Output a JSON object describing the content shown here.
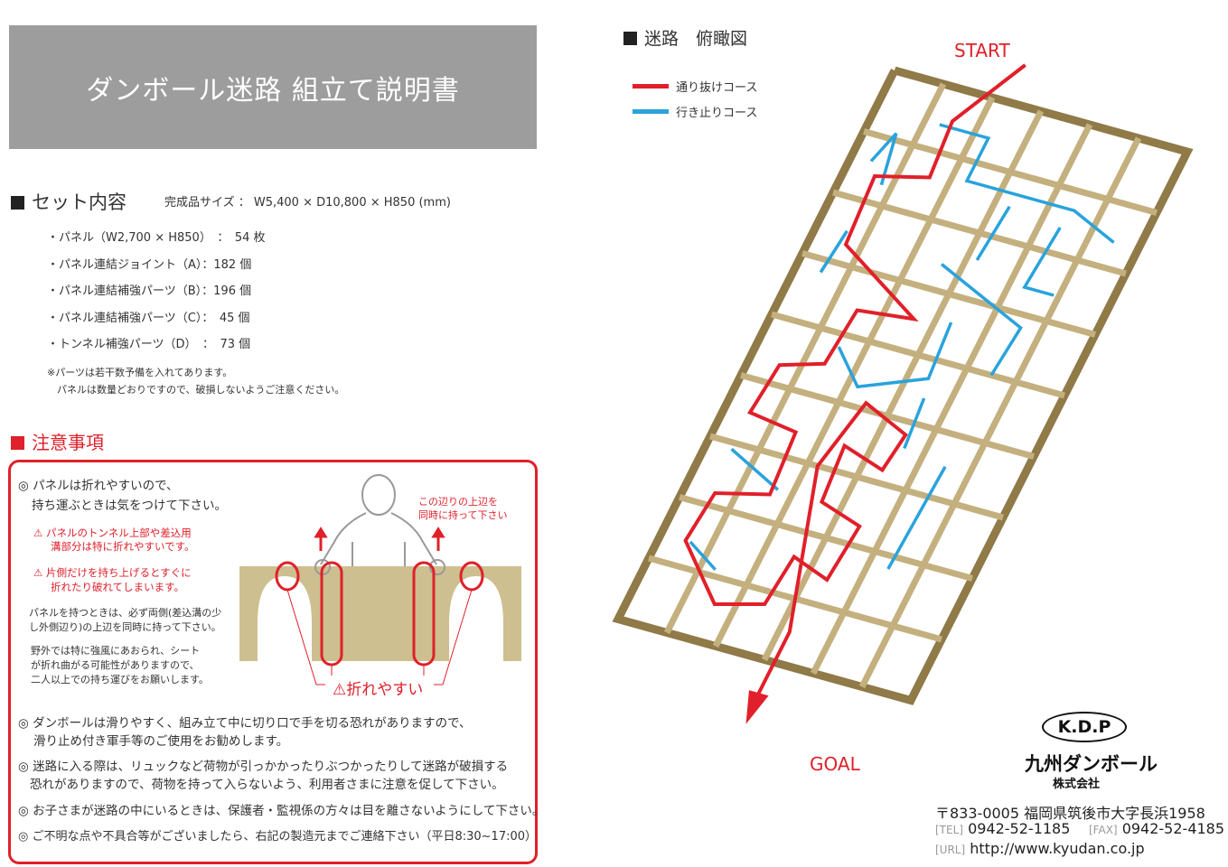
{
  "title": "ダンボール迷路 組立て説明書",
  "set": {
    "heading": "セット内容",
    "size_label": "完成品サイズ ： W5,400 × D10,800 × H850 (mm)",
    "items": [
      {
        "label": "・パネル（W2,700 × H850）　：　54 枚"
      },
      {
        "label": "・パネル連結ジョイント（A）：182 個"
      },
      {
        "label": "・パネル連結補強パーツ（B）：196 個"
      },
      {
        "label": "・パネル連結補強パーツ（C）：　45 個"
      },
      {
        "label": "・トンネル補強パーツ（D）　：　73 個"
      }
    ],
    "note1": "※パーツは若干数予備を入れてあります。",
    "note2": "　パネルは数量どおりですので、破損しないようご注意ください。"
  },
  "caution": {
    "heading": "注意事項",
    "p1a": "◎ パネルは折れやすいので、",
    "p1b": "持ち運ぶときは気をつけて下さい。",
    "w1a": "⚠ パネルのトンネル上部や差込用",
    "w1b": "溝部分は特に折れやすいです。",
    "w2a": "⚠ 片側だけを持ち上げるとすぐに",
    "w2b": "折れたり破れてしまいます。",
    "s1a": "パネルを持つときは、必ず両側(差込溝の少",
    "s1b": "し外側辺り)の上辺を同時に持って下さい。",
    "s2a": "野外では特に強風にあおられ、シート",
    "s2b": "が折れ曲がる可能性がありますので、",
    "s2c": "二人以上での持ち運びをお願いします。",
    "hold_a": "この辺りの上辺を",
    "hold_b": "同時に持って下さい",
    "fragile": "⚠折れやすい",
    "b1a": "◎ ダンボールは滑りやすく、組み立て中に切り口で手を切る恐れがありますので、",
    "b1b": "滑り止め付き軍手等のご使用をお勧めします。",
    "b2a": "◎ 迷路に入る際は、リュックなど荷物が引っかかったりぶつかったりして迷路が破損する",
    "b2b": "恐れがありますので、荷物を持って入らないよう、利用者さまに注意を促して下さい。",
    "b3": "◎ お子さまが迷路の中にいるときは、保護者・監視係の方々は目を離さないようにして下さい。",
    "b4": "◎ ご不明な点や不具合等がございましたら、右記の製造元までご連絡下さい（平日8:30~17:00）"
  },
  "map": {
    "heading": "迷路　俯瞰図",
    "legend_through": "通り抜けコース",
    "legend_dead": "行き止りコース",
    "start": "START",
    "goal": "GOAL",
    "colors": {
      "through": "#e0202a",
      "dead": "#29a3dc",
      "wall": "#c4b07f"
    }
  },
  "company": {
    "logo": "K.D.P",
    "name": "九州ダンボール",
    "type": "株式会社",
    "address": "〒833-0005 福岡県筑後市大字長浜1958",
    "tel_label": "[TEL]",
    "tel": "0942-52-1185",
    "fax_label": "[FAX]",
    "fax": "0942-52-4185",
    "url_label": "[URL]",
    "url": "http://www.kyudan.co.jp"
  }
}
